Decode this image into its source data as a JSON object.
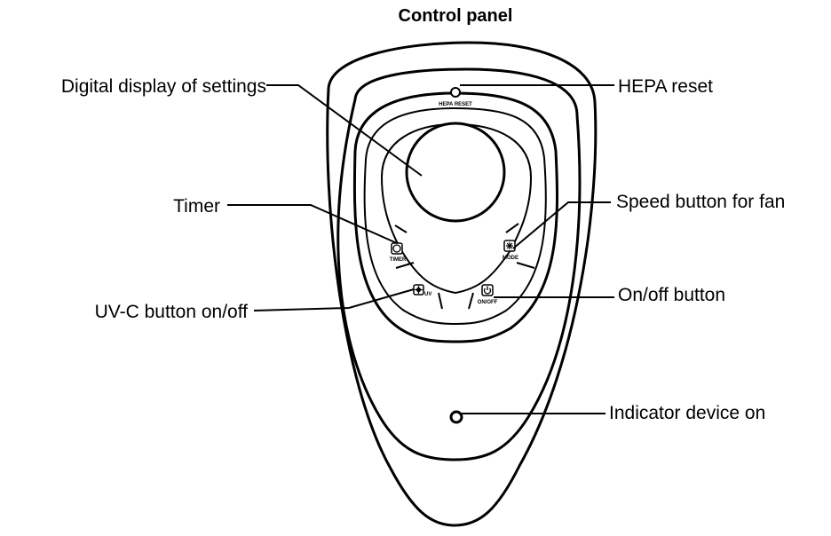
{
  "title": "Control panel",
  "callouts": {
    "display": "Digital display of settings",
    "hepa_reset": "HEPA reset",
    "timer": "Timer",
    "speed": "Speed button for fan",
    "uvc": "UV-C button on/off",
    "onoff": "On/off button",
    "indicator": "Indicator device on"
  },
  "device_marks": {
    "hepa_reset": "HEPA RESET",
    "timer": "TIMER",
    "speed": "MODE",
    "uv": "UV",
    "onoff": "ON/OFF"
  },
  "colors": {
    "line": "#000000",
    "background": "#ffffff"
  },
  "icons": {
    "timer": "clock-icon",
    "speed": "fan-icon",
    "uv": "sun-icon",
    "onoff": "power-icon",
    "hepa": "led-dot-icon",
    "indicator": "led-ring-icon"
  }
}
